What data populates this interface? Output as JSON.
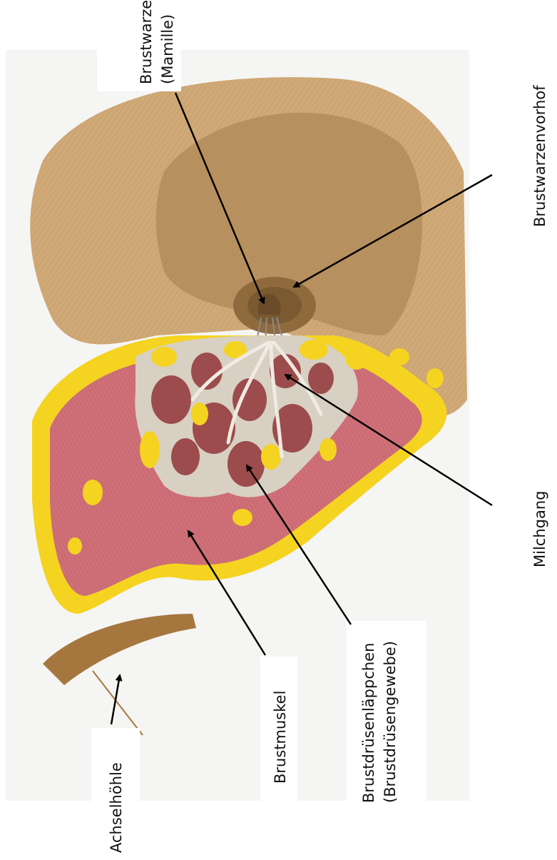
{
  "diagram": {
    "labels": {
      "nipple_line1": "Brustwarze",
      "nipple_line2": "(Mamille)",
      "areola": "Brustwarzenvorhof",
      "milk_duct": "Milchgang",
      "lobules_line1": "Brustdrüsenläppchen",
      "lobules_line2": "(Brustdrüsengewebe)",
      "muscle": "Brustmuskel",
      "axilla": "Achselhöhle"
    },
    "colors": {
      "skin": "#c9a26c",
      "skin_dark": "#a57c48",
      "fat": "#f5d321",
      "muscle": "#c96a72",
      "gland": "#9a4a4a",
      "duct": "#d9d2c6",
      "arrow": "#000000"
    }
  }
}
